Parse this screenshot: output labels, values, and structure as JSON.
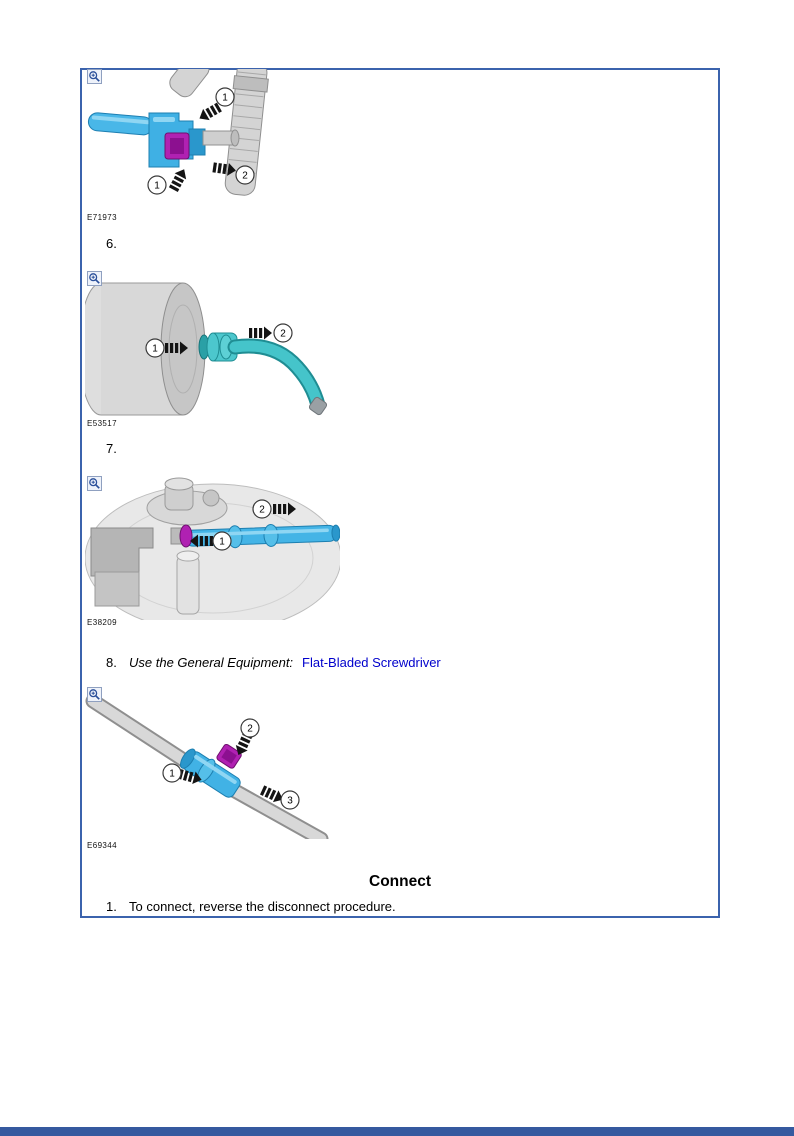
{
  "colors": {
    "accent_border": "#3b63ad",
    "footer_bar": "#35599f",
    "link": "#0000cc",
    "tube_blue": "#41b2e5",
    "hose_teal": "#45c4ca",
    "clip_purple": "#b021b2"
  },
  "figures": [
    {
      "label": "E71973",
      "callouts": [
        "1",
        "2",
        "1"
      ]
    },
    {
      "label": "E53517",
      "callouts": [
        "1",
        "2"
      ]
    },
    {
      "label": "E38209",
      "callouts": [
        "2",
        "1"
      ]
    },
    {
      "label": "E69344",
      "callouts": [
        "2",
        "1",
        "3"
      ]
    }
  ],
  "steps": {
    "step6_number": "6.",
    "step7_number": "7.",
    "step8_number": "8.",
    "step8_text": "Use the General Equipment:",
    "step8_link": "Flat-Bladed Screwdriver"
  },
  "connect_section": {
    "heading": "Connect",
    "step1_number": "1.",
    "step1_text": "To connect, reverse the disconnect procedure."
  }
}
